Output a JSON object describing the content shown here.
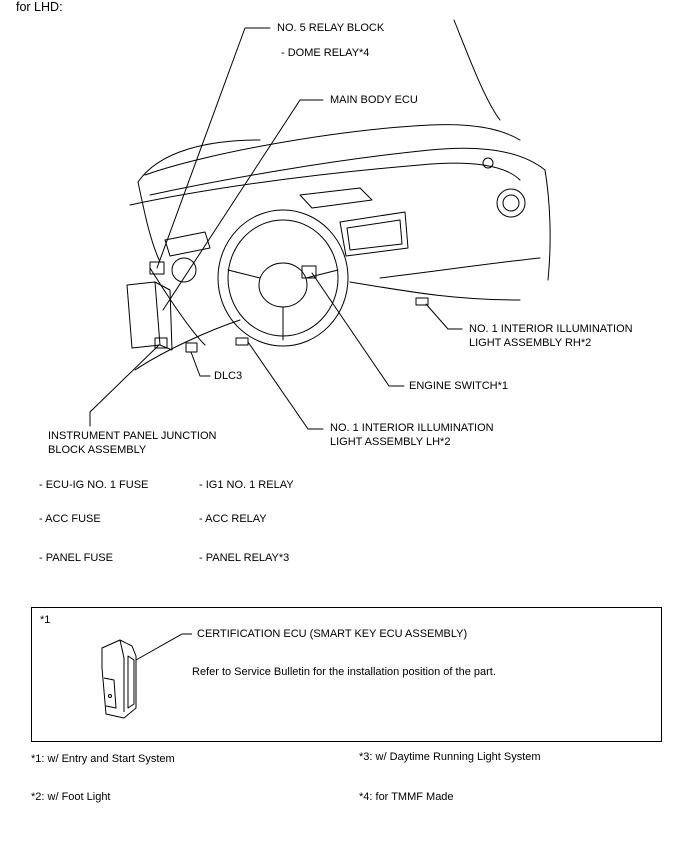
{
  "header": "for LHD:",
  "labels": {
    "relay_block": "NO. 5 RELAY BLOCK",
    "dome_relay": "- DOME RELAY*4",
    "main_body_ecu": "MAIN BODY ECU",
    "light_rh_line1": "NO. 1 INTERIOR ILLUMINATION",
    "light_rh_line2": "LIGHT ASSEMBLY RH*2",
    "engine_switch": "ENGINE SWITCH*1",
    "dlc3": "DLC3",
    "light_lh_line1": "NO. 1 INTERIOR ILLUMINATION",
    "light_lh_line2": "LIGHT ASSEMBLY LH*2",
    "jb_line1": "INSTRUMENT PANEL JUNCTION",
    "jb_line2": "BLOCK ASSEMBLY"
  },
  "jb_items": {
    "left": [
      "- ECU-IG NO. 1 FUSE",
      "- ACC FUSE",
      "- PANEL FUSE"
    ],
    "right": [
      "- IG1 NO. 1 RELAY",
      "- ACC RELAY",
      "- PANEL RELAY*3"
    ]
  },
  "inset": {
    "marker": "*1",
    "title": "CERTIFICATION ECU (SMART KEY ECU ASSEMBLY)",
    "note": "Refer to Service Bulletin for the installation position of the part."
  },
  "footnotes": {
    "n1": "*1: w/ Entry and Start System",
    "n2": "*2: w/ Foot Light",
    "n3": "*3: w/ Daytime Running Light System",
    "n4": "*4: for TMMF Made"
  }
}
